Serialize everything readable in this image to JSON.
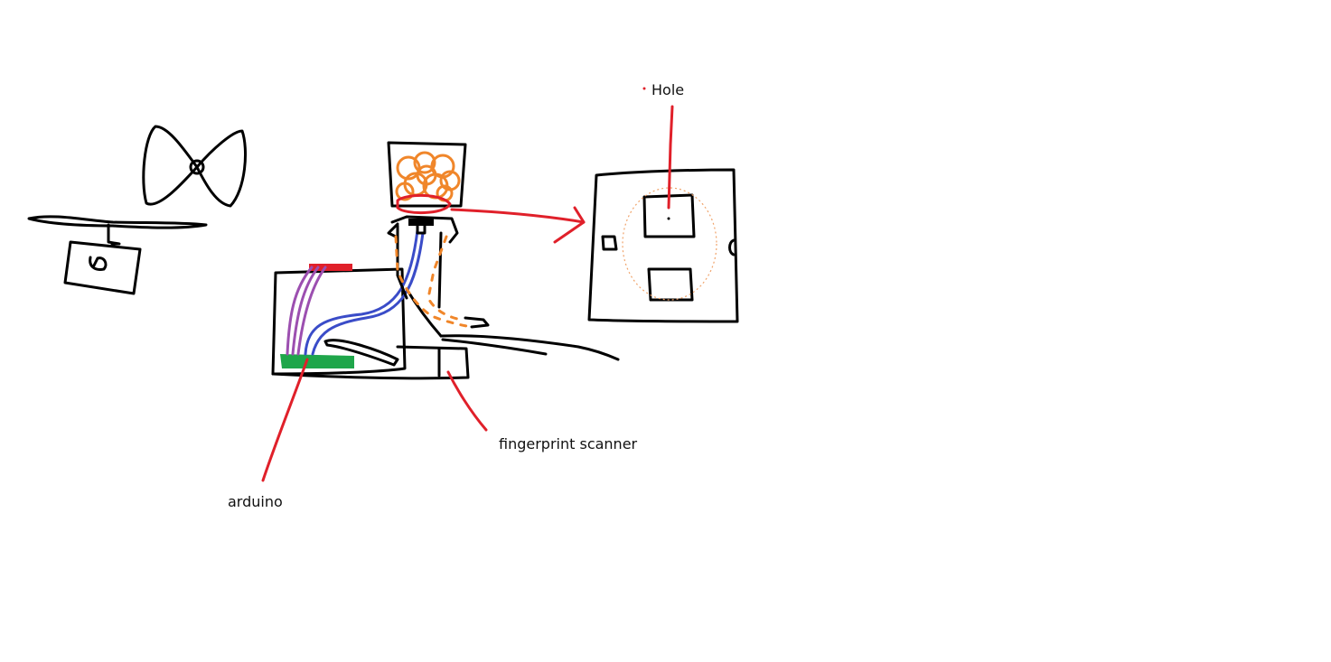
{
  "labels": {
    "hole": "Hole",
    "fingerprint_scanner": "fingerprint scanner",
    "arduino": "arduino"
  },
  "colors": {
    "outline": "#000000",
    "callout": "#e0202a",
    "wiring_orange": "#f0862a",
    "wire_blue": "#3a4cc8",
    "wire_purple": "#9c4fb0",
    "arduino_board": "#1fa64a",
    "red_component": "#e0202a"
  }
}
